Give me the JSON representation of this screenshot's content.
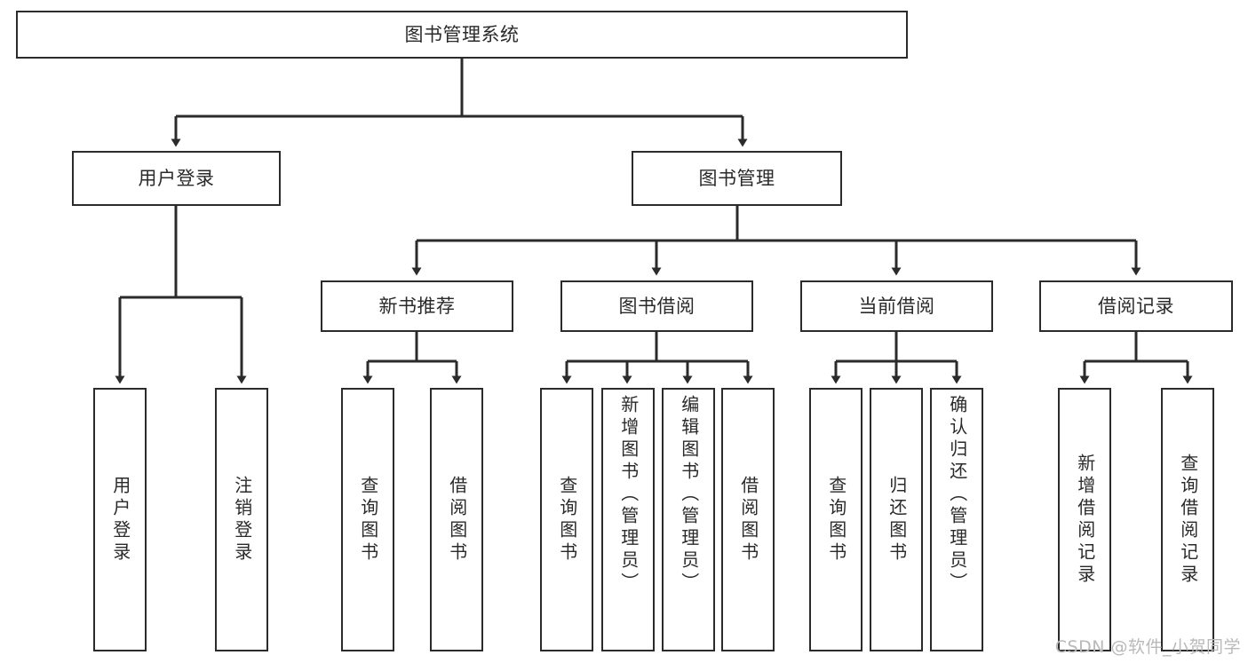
{
  "diagram": {
    "title": "图书管理系统",
    "type": "tree",
    "watermark": "CSDN @软件_小贺同学",
    "colors": {
      "box_border": "#2b2b2b",
      "box_fill": "#ffffff",
      "edge": "#2b2b2b",
      "text": "#2a2a2a",
      "watermark": "#b9b9b9"
    },
    "nodes": {
      "root": {
        "label": "图书管理系统",
        "level": 1,
        "orientation": "horizontal"
      },
      "user_login": {
        "label": "用户登录",
        "level": 2,
        "orientation": "horizontal"
      },
      "book_manage": {
        "label": "图书管理",
        "level": 2,
        "orientation": "horizontal"
      },
      "new_book_rec": {
        "label": "新书推荐",
        "level": 3,
        "orientation": "horizontal"
      },
      "book_borrow": {
        "label": "图书借阅",
        "level": 3,
        "orientation": "horizontal"
      },
      "current_borrow": {
        "label": "当前借阅",
        "level": 3,
        "orientation": "horizontal"
      },
      "borrow_record": {
        "label": "借阅记录",
        "level": 3,
        "orientation": "horizontal"
      },
      "leaf_user_login": {
        "label": "用户登录",
        "level": 4,
        "orientation": "vertical"
      },
      "leaf_logout": {
        "label": "注销登录",
        "level": 4,
        "orientation": "vertical"
      },
      "leaf_query_book_1": {
        "label": "查询图书",
        "level": 4,
        "orientation": "vertical"
      },
      "leaf_borrow_book_1": {
        "label": "借阅图书",
        "level": 4,
        "orientation": "vertical"
      },
      "leaf_query_book_2": {
        "label": "查询图书",
        "level": 4,
        "orientation": "vertical"
      },
      "leaf_add_book": {
        "label": "新增图书（管理员）",
        "level": 4,
        "orientation": "vertical"
      },
      "leaf_edit_book": {
        "label": "编辑图书（管理员）",
        "level": 4,
        "orientation": "vertical"
      },
      "leaf_borrow_book_2": {
        "label": "借阅图书",
        "level": 4,
        "orientation": "vertical"
      },
      "leaf_query_book_3": {
        "label": "查询图书",
        "level": 4,
        "orientation": "vertical"
      },
      "leaf_return_book": {
        "label": "归还图书",
        "level": 4,
        "orientation": "vertical"
      },
      "leaf_confirm_return": {
        "label": "确认归还（管理员）",
        "level": 4,
        "orientation": "vertical"
      },
      "leaf_add_record": {
        "label": "新增借阅记录",
        "level": 4,
        "orientation": "vertical"
      },
      "leaf_query_record": {
        "label": "查询借阅记录",
        "level": 4,
        "orientation": "vertical"
      }
    },
    "edges": [
      {
        "from": "root",
        "to": "user_login"
      },
      {
        "from": "root",
        "to": "book_manage"
      },
      {
        "from": "book_manage",
        "to": "new_book_rec"
      },
      {
        "from": "book_manage",
        "to": "book_borrow"
      },
      {
        "from": "book_manage",
        "to": "current_borrow"
      },
      {
        "from": "book_manage",
        "to": "borrow_record"
      },
      {
        "from": "user_login",
        "to": "leaf_user_login"
      },
      {
        "from": "user_login",
        "to": "leaf_logout"
      },
      {
        "from": "new_book_rec",
        "to": "leaf_query_book_1"
      },
      {
        "from": "new_book_rec",
        "to": "leaf_borrow_book_1"
      },
      {
        "from": "book_borrow",
        "to": "leaf_query_book_2"
      },
      {
        "from": "book_borrow",
        "to": "leaf_add_book"
      },
      {
        "from": "book_borrow",
        "to": "leaf_edit_book"
      },
      {
        "from": "book_borrow",
        "to": "leaf_borrow_book_2"
      },
      {
        "from": "current_borrow",
        "to": "leaf_query_book_3"
      },
      {
        "from": "current_borrow",
        "to": "leaf_return_book"
      },
      {
        "from": "current_borrow",
        "to": "leaf_confirm_return"
      },
      {
        "from": "borrow_record",
        "to": "leaf_add_record"
      },
      {
        "from": "borrow_record",
        "to": "leaf_query_record"
      }
    ]
  }
}
